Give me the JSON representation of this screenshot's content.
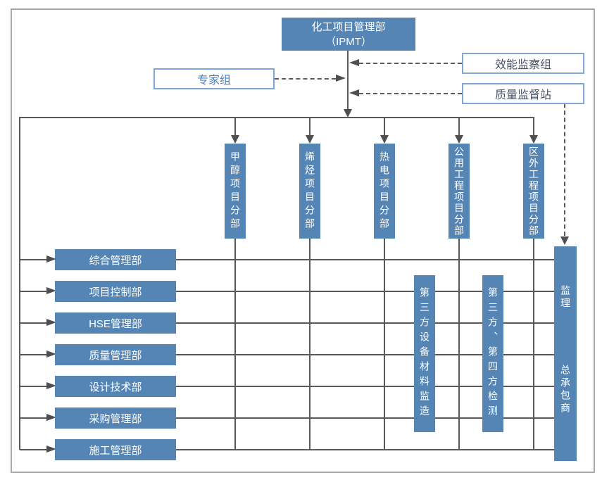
{
  "colors": {
    "box_fill_blue": "#5585b5",
    "box_text_white": "#ffffff",
    "outline_border_blue": "#7da7d6",
    "outline_text_dark": "#475266",
    "expert_text_blue": "#4f81bd",
    "line_gray": "#595959",
    "arrow_gray": "#4f4f4f",
    "frame_gray": "#a9a9a9"
  },
  "ipmt": {
    "line1": "化工项目管理部",
    "line2": "（IPMT）"
  },
  "advisors": {
    "expert": "专家组",
    "efficiency": "效能监察组",
    "quality_station": "质量监督站"
  },
  "divisions": [
    {
      "label": "甲醇项目分部"
    },
    {
      "label": "烯烃项目分部"
    },
    {
      "label": "热电项目分部"
    },
    {
      "label": "公用工程项目分部"
    },
    {
      "label": "区外工程项目分部"
    }
  ],
  "departments": [
    {
      "label": "综合管理部"
    },
    {
      "label": "项目控制部"
    },
    {
      "label": "HSE管理部"
    },
    {
      "label": "质量管理部"
    },
    {
      "label": "设计技术部"
    },
    {
      "label": "采购管理部"
    },
    {
      "label": "施工管理部"
    }
  ],
  "third_party": [
    {
      "label": "第三方设备材料监造"
    },
    {
      "label": "第三方、第四方检测"
    }
  ],
  "contractor": {
    "supervision": "监理",
    "general_contractor": "总承包商"
  }
}
